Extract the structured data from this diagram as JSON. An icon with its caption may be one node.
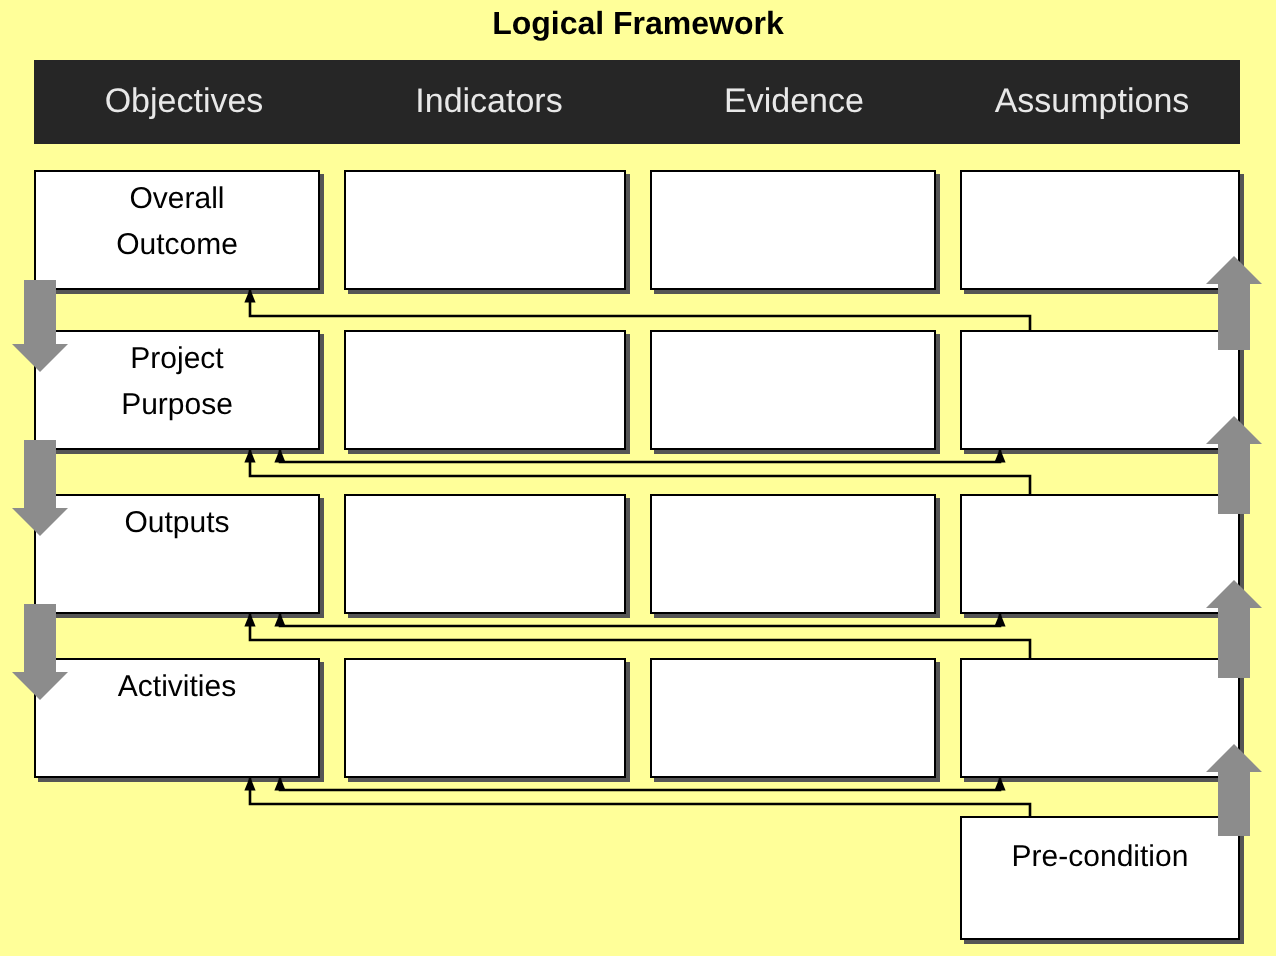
{
  "diagram": {
    "title": "Logical Framework",
    "nodes": [
      {
        "text": [
          "Objectives",
          "Indicators",
          "Evidence",
          "Assumptions"
        ]
      },
      {
        "text": [
          "Overall Outcome"
        ]
      },
      {
        "text": [],
        "shape": "box"
      },
      {
        "text": [],
        "shape": "box"
      },
      {
        "text": [],
        "shape": "box"
      },
      {
        "text": [
          "Project Purpose"
        ]
      },
      {
        "text": [],
        "shape": "box"
      },
      {
        "text": [],
        "shape": "box"
      },
      {
        "text": [],
        "shape": "box"
      },
      {
        "text": [
          "Outputs"
        ]
      },
      {
        "text": [],
        "shape": "box"
      },
      {
        "text": [],
        "shape": "box"
      },
      {
        "text": [],
        "shape": "box"
      },
      {
        "text": [
          "Activities"
        ]
      },
      {
        "text": [],
        "shape": "box"
      },
      {
        "text": [],
        "shape": "box"
      },
      {
        "text": [],
        "shape": "box"
      },
      {
        "text": [
          "Pre-condition"
        ]
      }
    ],
    "edges": [
      {
        "from": 8,
        "to": 1,
        "arrow": "to"
      },
      {
        "from": 5,
        "to": 8,
        "arrow": "both"
      },
      {
        "from": 12,
        "to": 5,
        "arrow": "to"
      },
      {
        "from": 9,
        "to": 12,
        "arrow": "both"
      },
      {
        "from": 16,
        "to": 9,
        "arrow": "to"
      },
      {
        "from": 13,
        "to": 16,
        "arrow": "both"
      },
      {
        "from": 17,
        "to": 13,
        "arrow": "to"
      },
      {
        "from": 1,
        "to": 5,
        "arrow": "to",
        "style": "thick",
        "color": "#8c8c8c"
      },
      {
        "from": 5,
        "to": 9,
        "arrow": "to",
        "style": "thick",
        "color": "#8c8c8c"
      },
      {
        "from": 9,
        "to": 13,
        "arrow": "to",
        "style": "thick",
        "color": "#8c8c8c"
      },
      {
        "from": 17,
        "to": 16,
        "arrow": "to",
        "style": "thick",
        "color": "#8c8c8c"
      },
      {
        "from": 16,
        "to": 12,
        "arrow": "to",
        "style": "thick",
        "color": "#8c8c8c"
      },
      {
        "from": 12,
        "to": 8,
        "arrow": "to",
        "style": "thick",
        "color": "#8c8c8c"
      },
      {
        "from": 8,
        "to": 4,
        "arrow": "to",
        "style": "thick",
        "color": "#8c8c8c"
      }
    ]
  }
}
